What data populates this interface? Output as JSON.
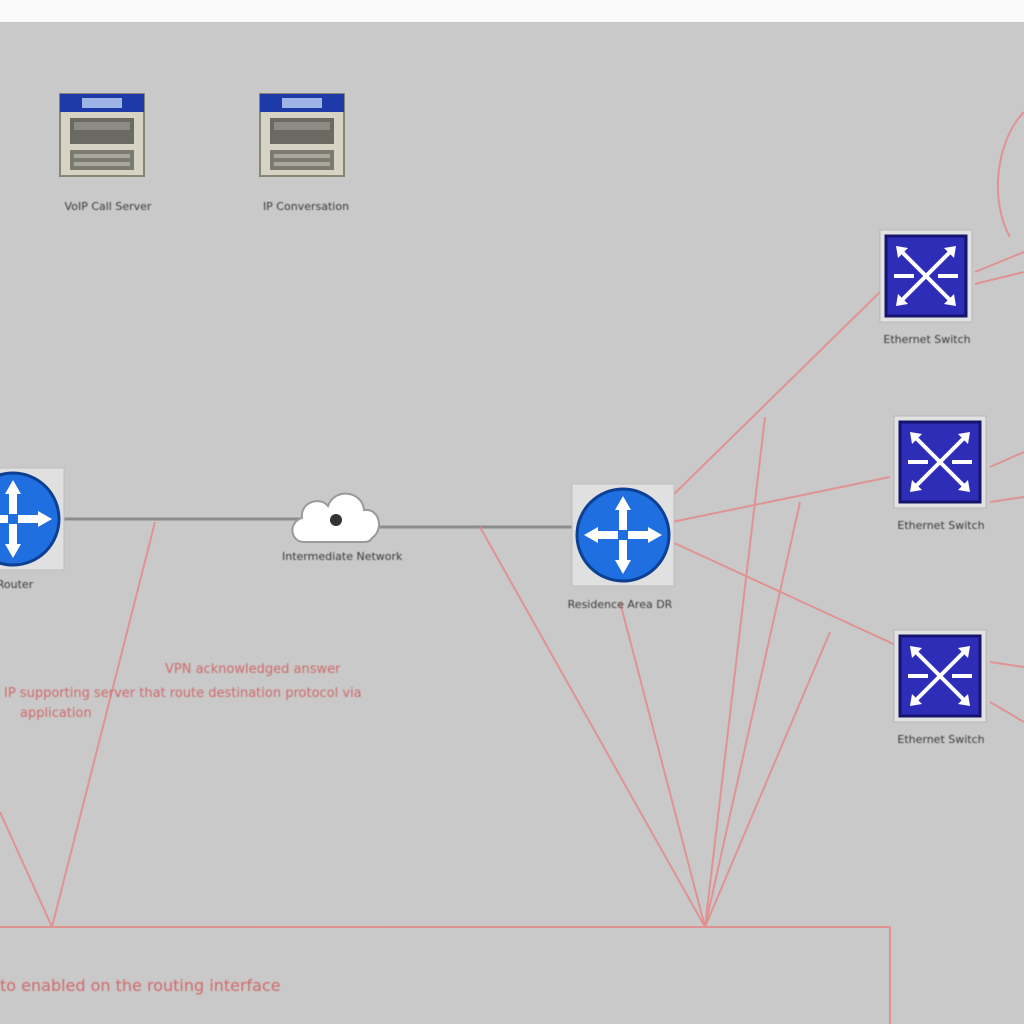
{
  "servers": [
    {
      "label": "VoIP Call Server"
    },
    {
      "label": "IP Conversation"
    }
  ],
  "routers": [
    {
      "label": "Router"
    },
    {
      "label": "Residence Area DR"
    }
  ],
  "cloud": {
    "label": "Intermediate Network"
  },
  "switches": [
    {
      "label": "Ethernet Switch"
    },
    {
      "label": "Ethernet Switch"
    },
    {
      "label": "Ethernet Switch"
    }
  ],
  "annotations": [
    "VPN acknowledged answer",
    "IP supporting server that route destination protocol via",
    "application",
    "to enabled on the routing interface"
  ],
  "colors": {
    "canvas": "#c9c9c9",
    "annotation_line": "#e58a8a",
    "link": "#8c8c8c",
    "router_blue": "#1f6fe0",
    "switch_blue": "#2d2db8"
  }
}
